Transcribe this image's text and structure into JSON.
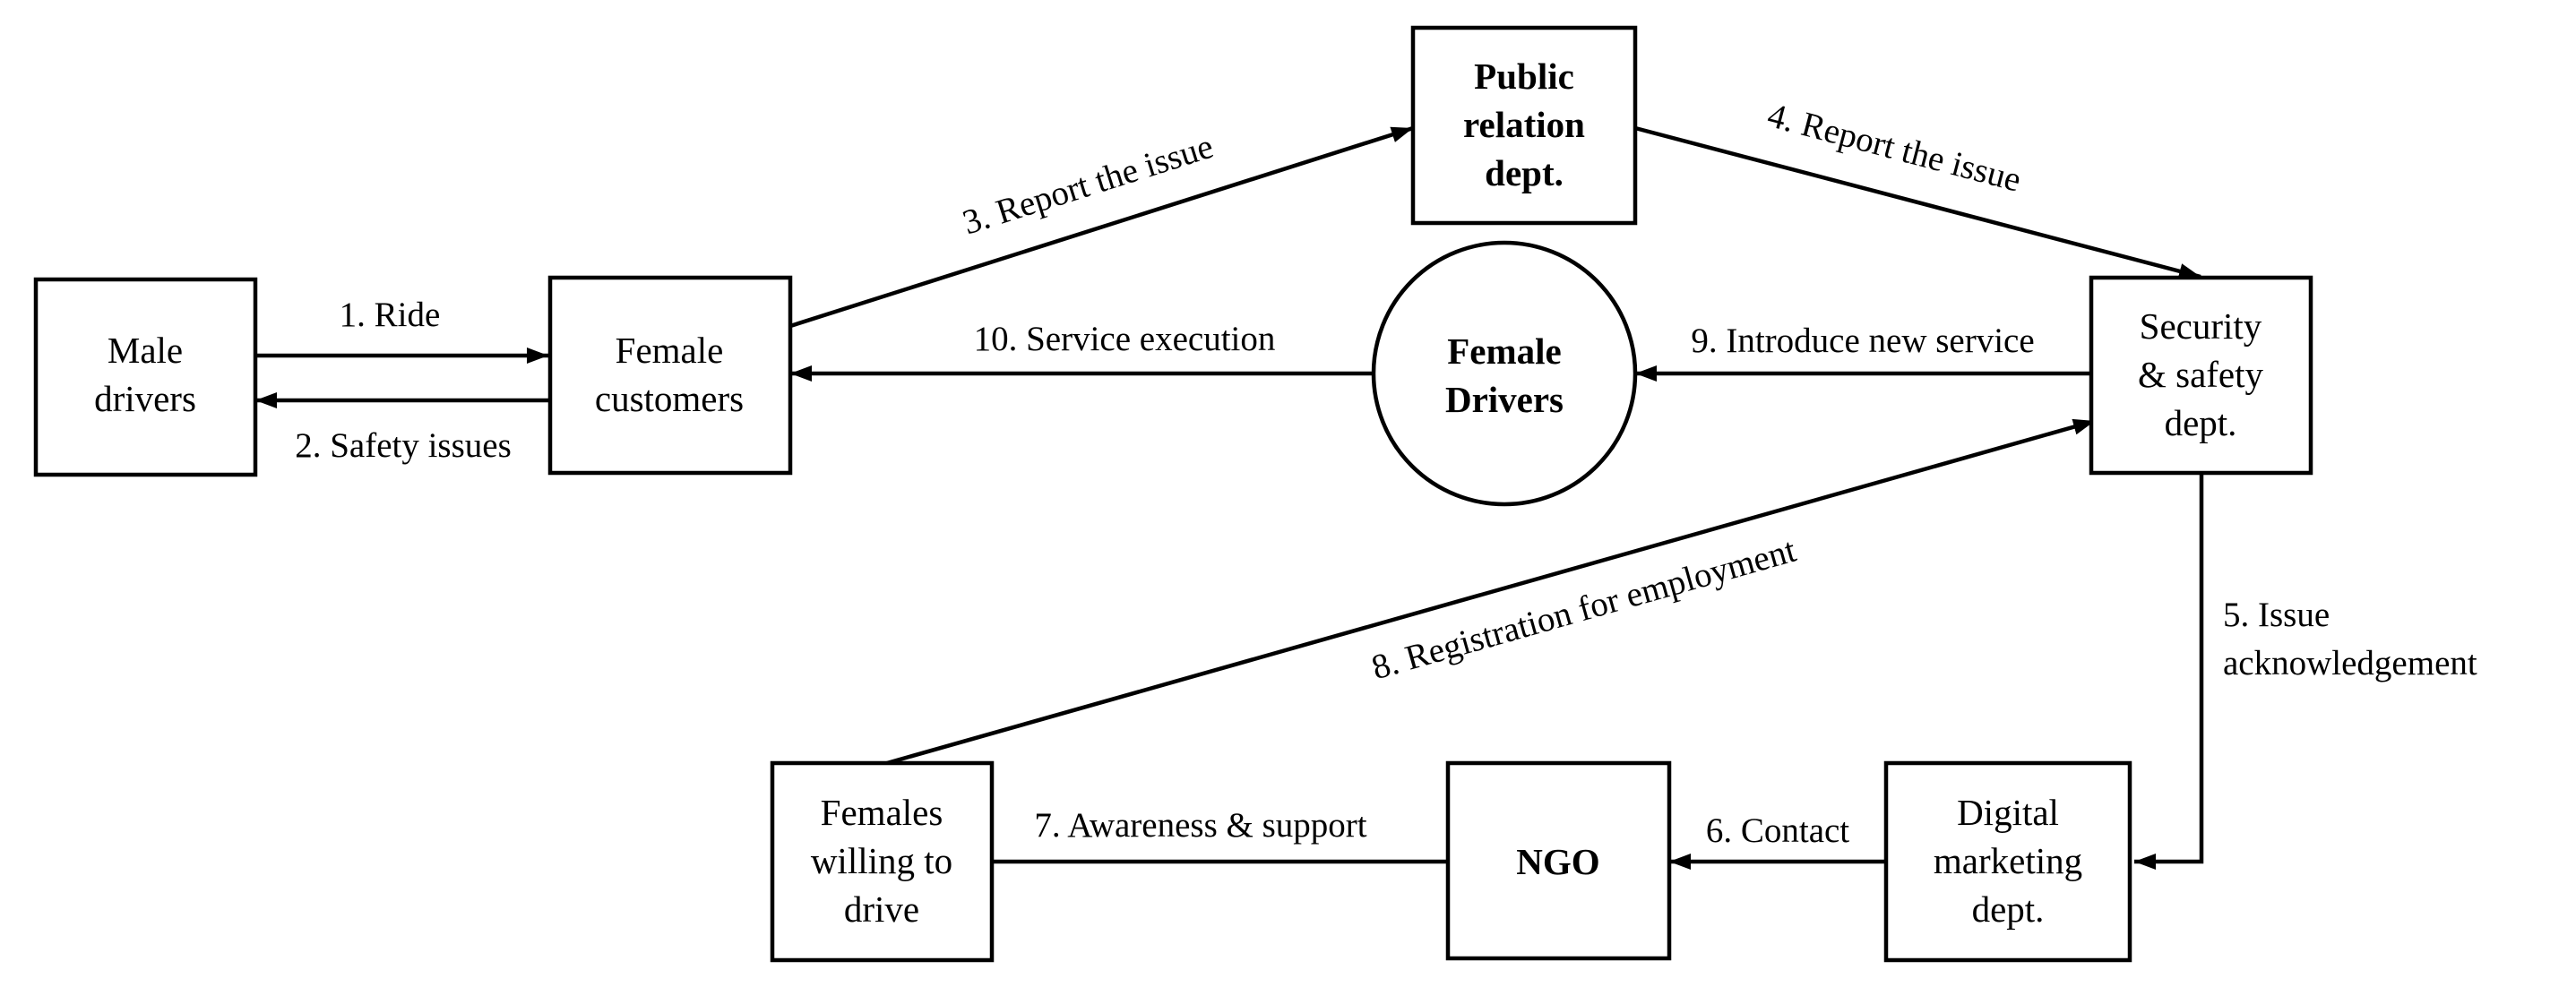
{
  "nodes": {
    "male_drivers": [
      "Male",
      "drivers"
    ],
    "female_customers": [
      "Female",
      "customers"
    ],
    "public_relation": [
      "Public",
      "relation",
      "dept."
    ],
    "female_drivers": [
      "Female",
      "Drivers"
    ],
    "security_safety": [
      "Security",
      "& safety",
      "dept."
    ],
    "females_willing": [
      "Females",
      "willing to",
      "drive"
    ],
    "ngo": [
      "NGO"
    ],
    "digital_marketing": [
      "Digital",
      "marketing",
      "dept."
    ]
  },
  "edges": {
    "ride": "1. Ride",
    "safety_issues": "2. Safety issues",
    "report_issue_3": "3. Report the issue",
    "report_issue_4": "4. Report the issue",
    "issue_ack": [
      "5. Issue",
      "acknowledgement"
    ],
    "contact": "6. Contact",
    "awareness": "7. Awareness & support",
    "registration": "8. Registration for employment",
    "introduce": "9. Introduce new service",
    "service_exec": "10. Service execution"
  }
}
